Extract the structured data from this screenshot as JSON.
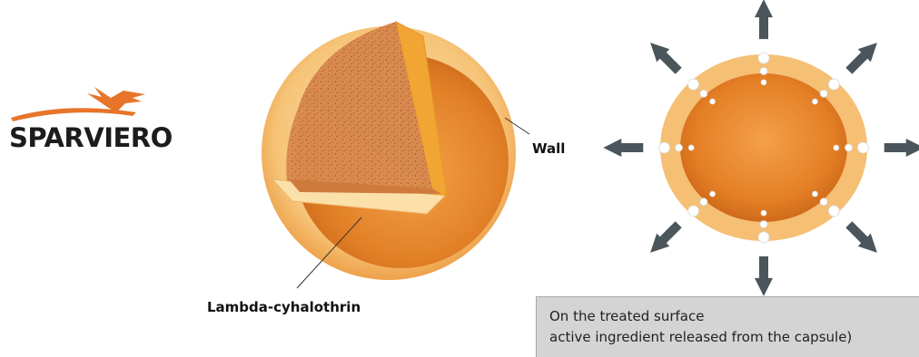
{
  "logo": {
    "text": "SPARVIERO",
    "color_orange": "#e8742a",
    "color_dark": "#1c1c1c"
  },
  "capsule_diagram": {
    "wall_label": "Wall",
    "core_label": "Lambda-cyhalothrin"
  },
  "release_diagram": {
    "arrow_color": "#4a565c",
    "droplet_color": "#ffffff"
  },
  "caption": {
    "line1": "On the treated surface",
    "line2": "active ingredient released from the capsule)"
  },
  "colors": {
    "shell": "#f4c27a",
    "core": "#e58a2c",
    "core_dark": "#c4621a",
    "caption_bg": "#d4d4d4"
  }
}
